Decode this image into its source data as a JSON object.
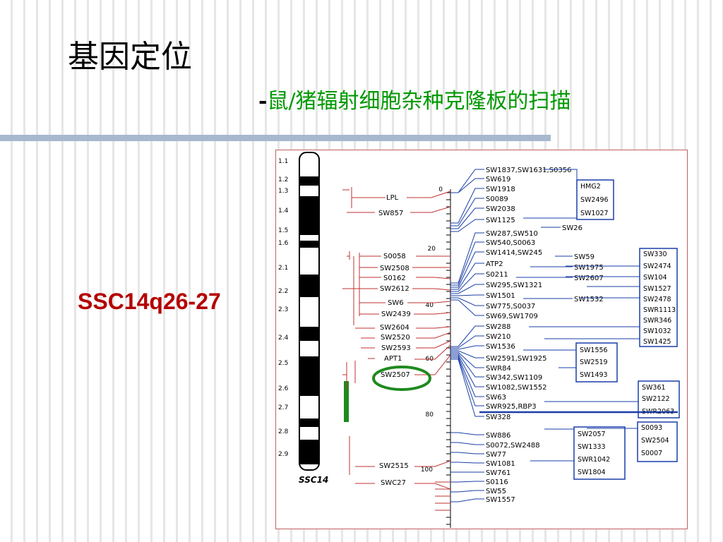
{
  "slide": {
    "title": "基因定位",
    "subtitle_dash": "-",
    "subtitle": "鼠/猪辐射细胞杂种克隆板的扫描",
    "locus_label": "SSC14q26-27"
  },
  "map": {
    "chromosome_label": "SSC14",
    "bands": [
      "1.1",
      "1.2",
      "1.3",
      "1.4",
      "1.5",
      "1.6",
      "2.1",
      "2.2",
      "2.3",
      "2.4",
      "2.5",
      "2.6",
      "2.7",
      "2.8",
      "2.9"
    ],
    "ruler_ticks": [
      "0",
      "20",
      "40",
      "60",
      "80",
      "100"
    ],
    "left_markers": [
      "LPL",
      "SW857",
      "S0058",
      "SW2508",
      "S0162",
      "SW2612",
      "SW6",
      "SW2439",
      "SW2604",
      "SW2520",
      "SW2593",
      "APT1",
      "SW2507",
      "SW2515",
      "SWC27"
    ],
    "right_markers": [
      "SW1837,SW1631,S0356",
      "SW619",
      "SW1918",
      "S0089",
      "SW2038",
      "SW1125",
      "SW287,SW510",
      "SW540,S0063",
      "SW1414,SW245",
      "ATP2",
      "S0211",
      "SW295,SW1321",
      "SW1501",
      "SW775,S0037",
      "SW69,SW1709",
      "SW288",
      "SW210",
      "SW1536",
      "SW2591,SW1925",
      "SWR84",
      "SW342,SW1109",
      "SW1082,SW1552",
      "SW63",
      "SWR925,RBP3",
      "SW328",
      "SW886",
      "S0072,SW2488",
      "SW77",
      "SW1081",
      "SW761",
      "S0116",
      "SW55",
      "SW1557"
    ],
    "side_markers": [
      "SW26",
      "SW59",
      "SW1975",
      "SW2607",
      "SW1532"
    ],
    "boxes": [
      [
        "HMG2",
        "SW2496",
        "SW1027"
      ],
      [
        "SW330",
        "SW2474",
        "SW104",
        "SW1527",
        "SW2478",
        "SWR1113",
        "SWR346",
        "SW1032",
        "SW1425"
      ],
      [
        "SW1556",
        "SW2519",
        "SW1493"
      ],
      [
        "SW361",
        "SW2122",
        "SWR2063"
      ],
      [
        "SW2057",
        "SW1333",
        "SWR1042",
        "SW1804"
      ],
      [
        "S0093",
        "SW2504",
        "S0007"
      ]
    ],
    "colors": {
      "left_lines": "#c03030",
      "right_lines": "#1a3fa8",
      "highlight": "#1e8a1e",
      "border": "#c06060"
    }
  }
}
